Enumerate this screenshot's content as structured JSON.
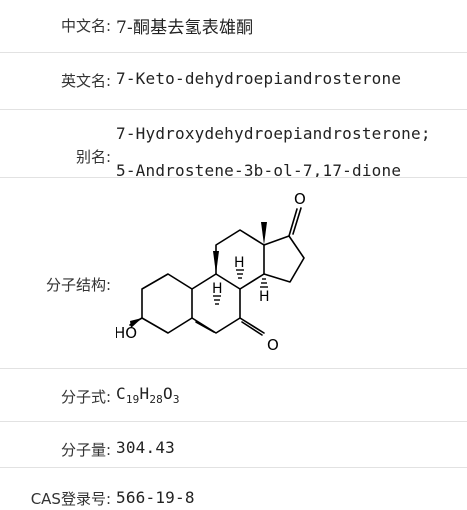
{
  "rows": {
    "cn_name": {
      "label": "中文名:",
      "value": "7-酮基去氢表雄酮"
    },
    "en_name": {
      "label": "英文名:",
      "value": "7-Keto-dehydroepiandrosterone"
    },
    "alias": {
      "label": "别名:",
      "lines": [
        "7-Hydroxydehydroepiandrosterone;",
        "5-Androstene-3b-ol-7,17-dione"
      ]
    },
    "structure": {
      "label": "分子结构:",
      "atoms": {
        "ketone_o": "O",
        "enone_o": "O",
        "hydroxyl": "HO",
        "h8": "H",
        "h9": "H",
        "h14": "H"
      }
    },
    "formula": {
      "label": "分子式:",
      "parts": {
        "c": "C",
        "c_n": "19",
        "h": "H",
        "h_n": "28",
        "o": "O",
        "o_n": "3"
      }
    },
    "mw": {
      "label": "分子量:",
      "value": "304.43"
    },
    "cas": {
      "label": "CAS登录号:",
      "value": "566-19-8"
    }
  }
}
